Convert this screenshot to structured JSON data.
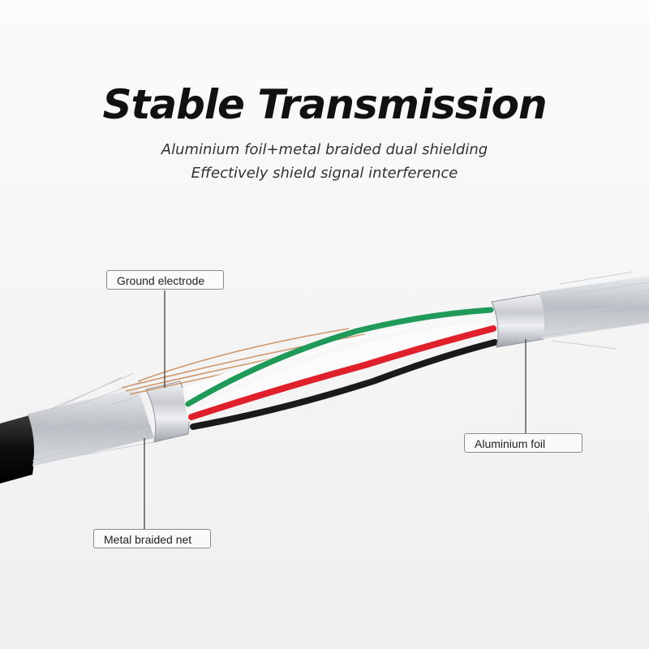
{
  "title": "Stable Transmission",
  "subtitle_lines": [
    "Aluminium foil+metal braided dual shielding",
    "Effectively shield signal interference"
  ],
  "callouts": {
    "ground_electrode": "Ground electrode",
    "aluminium_foil": "Aluminium foil",
    "metal_braided_net": "Metal braided net"
  },
  "wire_colors": {
    "green": "#1f9a58",
    "white": "#f7f7f7",
    "red": "#e0202a",
    "black": "#1a1a1a",
    "ground_copper": "#c98a5a",
    "jacket": "#111111"
  }
}
